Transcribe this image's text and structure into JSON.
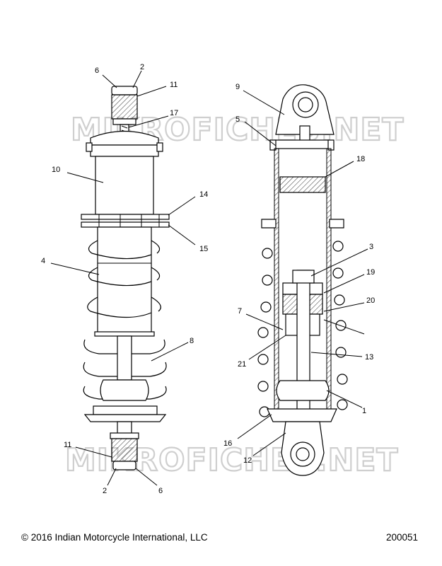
{
  "watermark": "MIKROFICHES.NET",
  "footer": {
    "copyright": "© 2016 Indian Motorcycle International, LLC",
    "doc_number": "200051"
  },
  "callouts": {
    "left_top_6": "6",
    "left_top_2": "2",
    "left_top_11": "11",
    "left_17": "17",
    "left_10": "10",
    "left_14": "14",
    "left_15": "15",
    "left_4": "4",
    "left_8": "8",
    "left_bottom_11": "11",
    "left_bottom_2": "2",
    "left_bottom_6": "6",
    "right_9": "9",
    "right_5": "5",
    "right_18": "18",
    "right_3": "3",
    "right_19": "19",
    "right_20": "20",
    "right_7": "7",
    "right_21": "21",
    "right_13": "13",
    "right_1": "1",
    "right_16": "16",
    "right_12": "12"
  }
}
